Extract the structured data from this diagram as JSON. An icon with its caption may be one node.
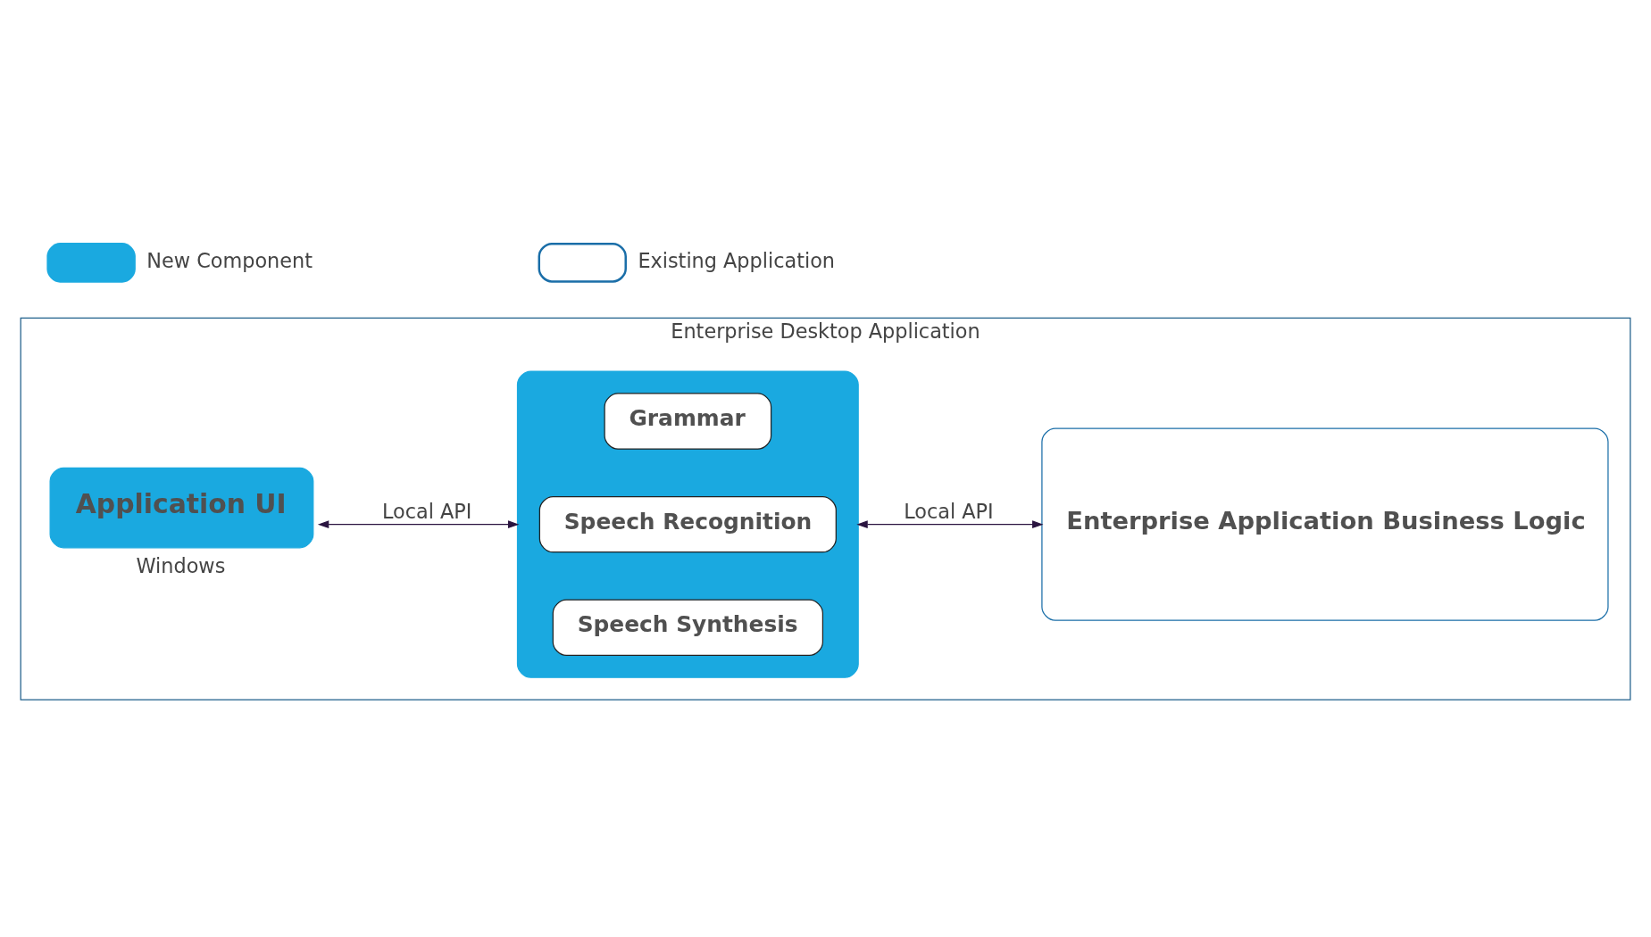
{
  "diagram": {
    "nodes": [
      {
        "text": [
          "Enterprise Desktop Application"
        ]
      },
      {
        "text": [
          "Application UI"
        ],
        "in": 0,
        "beside": [
          "Windows"
        ]
      },
      {
        "text": [],
        "shape": "box",
        "in": 0
      },
      {
        "text": [
          "Grammar"
        ],
        "in": 2
      },
      {
        "text": [
          "Speech Recognition"
        ],
        "in": 2
      },
      {
        "text": [
          "Speech Synthesis"
        ],
        "in": 2
      },
      {
        "text": [
          "Enterprise Application Business Logic"
        ],
        "in": 0
      }
    ],
    "edges": [
      {
        "from": 1,
        "to": 2,
        "arrow": "both",
        "label": "Local API"
      },
      {
        "from": 2,
        "to": 6,
        "arrow": "both",
        "label": "Local API"
      }
    ],
    "legend": [
      {
        "text": "New Component",
        "color": "#1aa9e0"
      },
      {
        "text": "Existing Application"
      }
    ]
  }
}
